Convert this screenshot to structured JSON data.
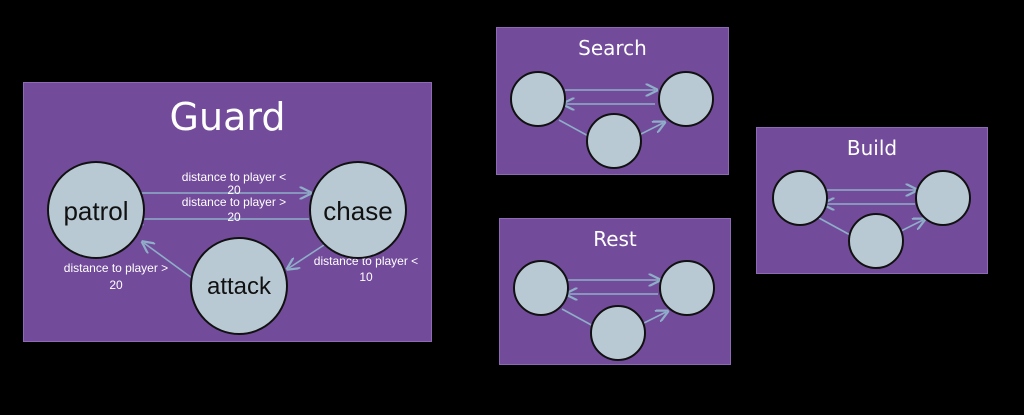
{
  "guard": {
    "title": "Guard",
    "nodes": {
      "patrol": "patrol",
      "chase": "chase",
      "attack": "attack"
    },
    "edges": {
      "patrol_to_chase": [
        "distance to player <",
        "20"
      ],
      "chase_to_patrol": [
        "distance to player >",
        "20"
      ],
      "attack_to_patrol": [
        "distance to player >",
        "20"
      ],
      "chase_to_attack": [
        "distance to player <",
        "10"
      ]
    }
  },
  "search": {
    "title": "Search"
  },
  "rest": {
    "title": "Rest"
  },
  "build": {
    "title": "Build"
  },
  "colors": {
    "panel": "#734b9b",
    "node": "#b8c9d4",
    "arrow": "#8faec8",
    "background": "#000000"
  }
}
